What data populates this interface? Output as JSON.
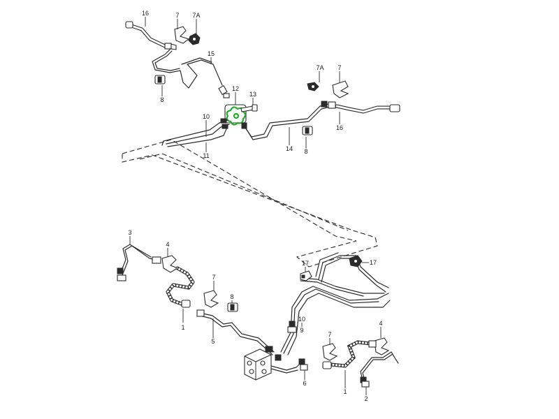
{
  "diagram": {
    "highlight_color": "#1fae2a",
    "line_color": "#2b2b2b",
    "callouts": [
      {
        "id": "c16a",
        "label": "16"
      },
      {
        "id": "c7a",
        "label": "7"
      },
      {
        "id": "c7Aa",
        "label": "7A"
      },
      {
        "id": "c15",
        "label": "15"
      },
      {
        "id": "c8a",
        "label": "8"
      },
      {
        "id": "c7Ab",
        "label": "7A"
      },
      {
        "id": "c7b",
        "label": "7"
      },
      {
        "id": "c12",
        "label": "12"
      },
      {
        "id": "c13",
        "label": "13"
      },
      {
        "id": "c10a",
        "label": "10"
      },
      {
        "id": "c11",
        "label": "11"
      },
      {
        "id": "c14",
        "label": "14"
      },
      {
        "id": "c8b",
        "label": "8"
      },
      {
        "id": "c16b",
        "label": "16"
      },
      {
        "id": "c3",
        "label": "3"
      },
      {
        "id": "c4a",
        "label": "4"
      },
      {
        "id": "c7c",
        "label": "7"
      },
      {
        "id": "c8c",
        "label": "8"
      },
      {
        "id": "c1a",
        "label": "1"
      },
      {
        "id": "c5",
        "label": "5"
      },
      {
        "id": "c17a",
        "label": "17"
      },
      {
        "id": "c17b",
        "label": "17"
      },
      {
        "id": "c10b",
        "label": "10"
      },
      {
        "id": "c9",
        "label": "9"
      },
      {
        "id": "c7d",
        "label": "7"
      },
      {
        "id": "c4b",
        "label": "4"
      },
      {
        "id": "c6",
        "label": "6"
      },
      {
        "id": "c1b",
        "label": "1"
      },
      {
        "id": "c2",
        "label": "2"
      }
    ]
  }
}
